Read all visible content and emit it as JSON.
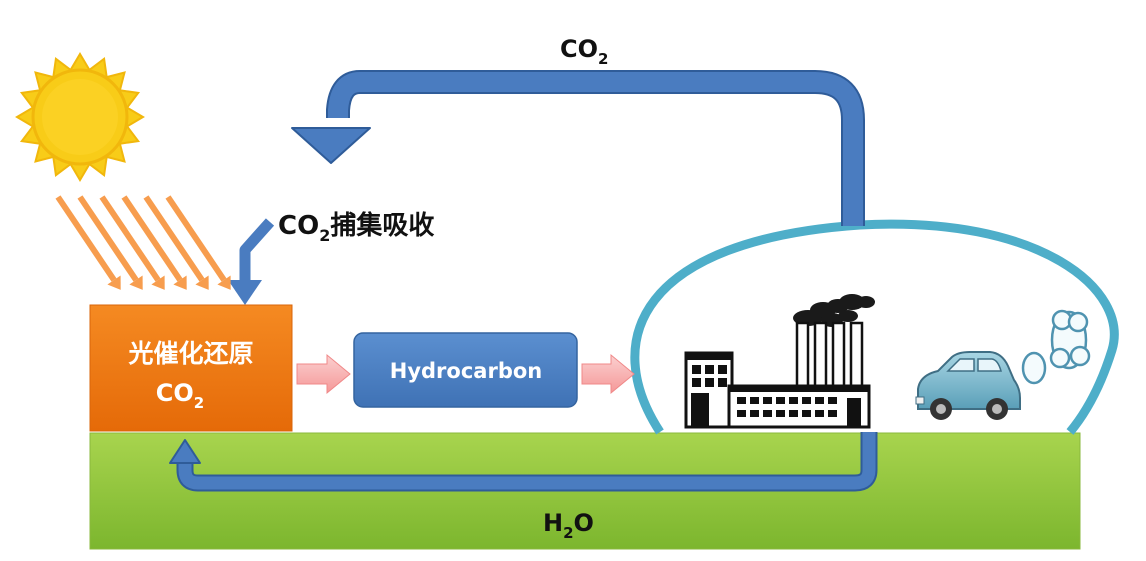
{
  "labels": {
    "co2_top": {
      "main": "CO",
      "sub": "2"
    },
    "capture": {
      "main": "CO",
      "sub": "2",
      "suffix": "捕集吸收"
    },
    "reduction": {
      "line1": "光催化还原",
      "main": "CO",
      "sub": "2"
    },
    "product": "Hydrocarbon",
    "water": {
      "main": "H",
      "sub": "2",
      "suffix": "O"
    }
  },
  "icons": [
    "sun-icon",
    "sunlight-rays-icon",
    "factory-icon",
    "car-icon",
    "exhaust-smoke-icon"
  ],
  "colors": {
    "arrow_blue": "#4a7cc0",
    "arrow_outline": "#2f5c99",
    "ground_green": "#92c83e",
    "reduction_box": "#f07a12",
    "product_box": "#4f81bd",
    "ellipse_outline": "#4eaec9",
    "sun": "#f8cc18",
    "rays": "#f79d4e",
    "small_arrows": "#f7a4a4"
  }
}
